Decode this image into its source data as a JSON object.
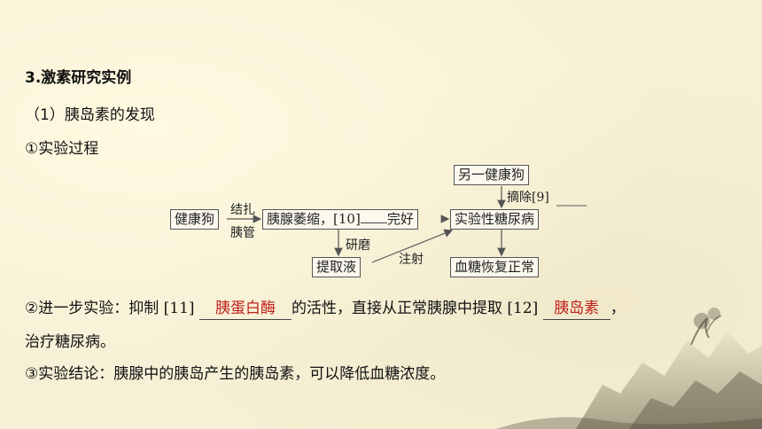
{
  "section_heading": "3.激素研究实例",
  "subsection": "（1）胰岛素的发现",
  "step1_title": "①实验过程",
  "diagram": {
    "healthy_dog": "健康狗",
    "ligate_label_top": "结扎",
    "ligate_label_bottom": "胰管",
    "pancreas_box_prefix": "胰腺萎缩，",
    "pancreas_blank_num": "[10]",
    "pancreas_box_suffix": "完好",
    "another_dog": "另一健康狗",
    "remove_label": "摘除[9]",
    "diabetes_box": "实验性糖尿病",
    "grind_label": "研磨",
    "extract_box": "提取液",
    "inject_label": "注射",
    "recovery_box": "血糖恢复正常"
  },
  "step2": {
    "prefix": "②进一步实验：抑制",
    "blank11_num": "[11]",
    "blank11_answer": "胰蛋白酶",
    "middle": "的活性，直接从正常胰腺中提取",
    "blank12_num": "[12]",
    "blank12_answer": "胰岛素",
    "suffix": "，",
    "line2": "治疗糖尿病。"
  },
  "step3": "③实验结论：胰腺中的胰岛产生的胰岛素，可以降低血糖浓度。"
}
